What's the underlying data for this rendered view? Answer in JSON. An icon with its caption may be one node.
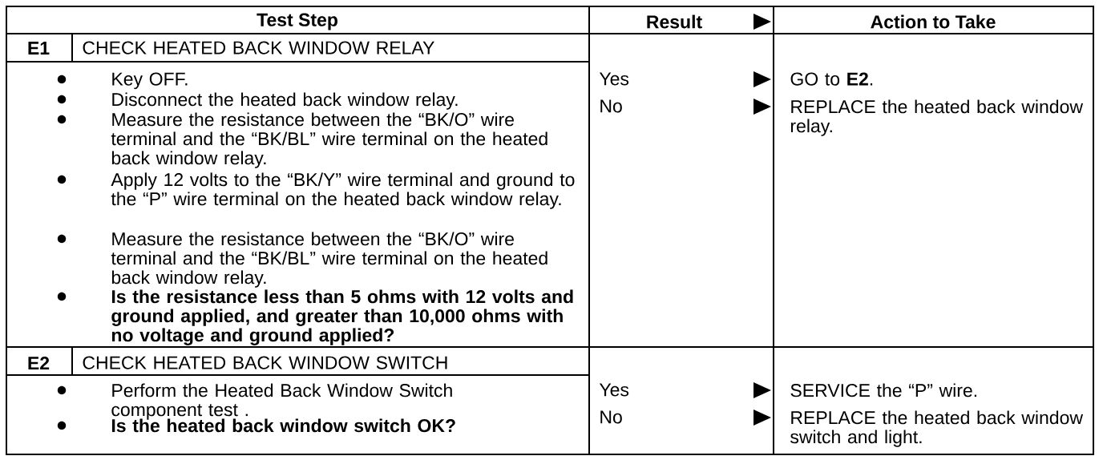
{
  "diagram": {
    "labels": [
      "Test Step",
      "Result",
      "Action to Take",
      "E1",
      "CHECK HEATED BACK WINDOW RELAY",
      "Key OFF.",
      "Disconnect the heated back window relay.",
      "Measure the resistance between the “BK/O” wire terminal and the “BK/BL” wire terminal on the heated back window relay.",
      "Apply 12 volts to the “BK/Y” wire terminal and ground to the “P” wire terminal on the heated back window relay.",
      "Measure the resistance between the “BK/O” wire terminal and the “BK/BL” wire terminal on the heated back window relay.",
      "Is the resistance less than 5 ohms with 12 volts and ground applied, and greater than 10,000 ohms with no voltage and ground applied?",
      "Yes",
      "No",
      "GO to **E2**.",
      "REPLACE the heated back window relay.",
      "E2",
      "CHECK HEATED BACK WINDOW SWITCH",
      "Perform the Heated Back Window Switch component test .",
      "Is the heated back window switch OK?",
      "Yes",
      "No",
      "SERVICE the “P” wire.",
      "REPLACE the heated back window switch and light."
    ]
  }
}
